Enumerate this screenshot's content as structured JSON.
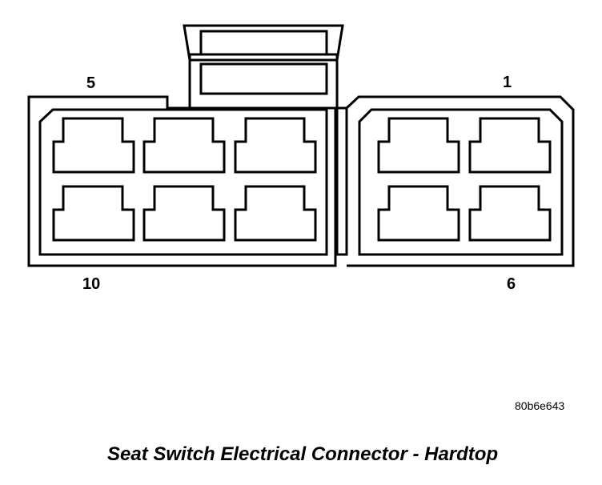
{
  "pin_labels": {
    "pin_5": "5",
    "pin_1": "1",
    "pin_10": "10",
    "pin_6": "6"
  },
  "image_code": "80b6e643",
  "caption": "Seat Switch Electrical Connector - Hardtop",
  "colors": {
    "stroke": "#000000",
    "background": "#ffffff"
  }
}
